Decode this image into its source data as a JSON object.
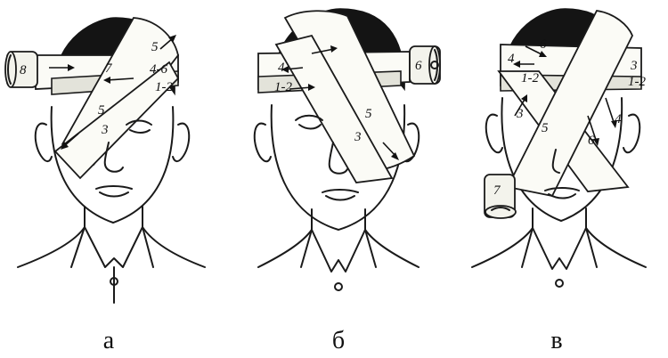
{
  "figures": [
    {
      "id": "a",
      "caption": "а",
      "roll_label": "8",
      "turn_labels": [
        "5",
        "7",
        "4-6",
        "1-2",
        "5",
        "3"
      ]
    },
    {
      "id": "b",
      "caption": "б",
      "roll_label": "6",
      "turn_labels": [
        "4",
        "1-2",
        "5",
        "3"
      ]
    },
    {
      "id": "c",
      "caption": "в",
      "roll_label": "7",
      "turn_labels": [
        "6",
        "4",
        "1-2",
        "3",
        "1-2",
        "3",
        "5",
        "4",
        "6"
      ]
    }
  ]
}
